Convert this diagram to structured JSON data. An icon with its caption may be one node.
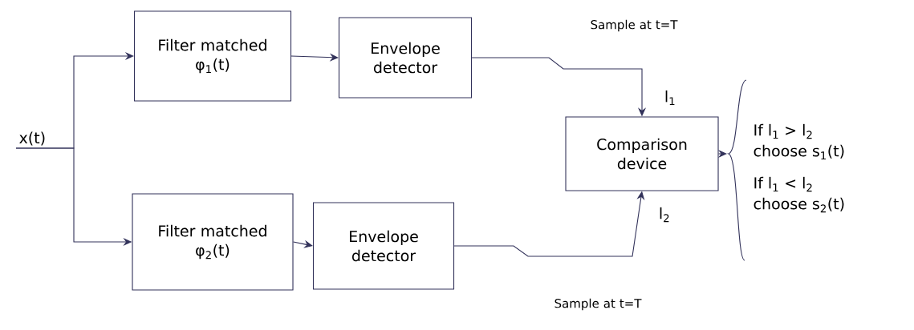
{
  "diagram": {
    "nodes": [
      {
        "text": [
          "x(t)"
        ]
      },
      {
        "text": [
          "Filter matched φ$_{1}$(t)"
        ]
      },
      {
        "text": [
          "Envelope detector"
        ]
      },
      {
        "text": [
          "Filter matched φ$_{2}$(t)"
        ]
      },
      {
        "text": [
          "Envelope detector"
        ]
      },
      {
        "text": [
          "Comparison device"
        ]
      },
      {
        "text": [
          "If l$_{1}$ > l$_{2}$",
          "choose s$_{1}$(t)",
          "If l$_{1}$ < l$_{2}$",
          "choose s$_{2}$(t)"
        ]
      }
    ],
    "edges": [
      {
        "from": 0,
        "to": 1,
        "arrow": "to"
      },
      {
        "from": 0,
        "to": 3,
        "arrow": "to"
      },
      {
        "from": 1,
        "to": 2,
        "arrow": "to"
      },
      {
        "from": 3,
        "to": 4,
        "arrow": "to"
      },
      {
        "from": 2,
        "to": 5,
        "arrow": "to",
        "label": "l$_{1}$"
      },
      {
        "from": 4,
        "to": 5,
        "arrow": "to",
        "label": "l$_{2}$"
      },
      {
        "from": 5,
        "to": 6,
        "arrow": "to"
      }
    ],
    "labels": [
      "Sample at t=T",
      "Sample at t=T"
    ]
  }
}
